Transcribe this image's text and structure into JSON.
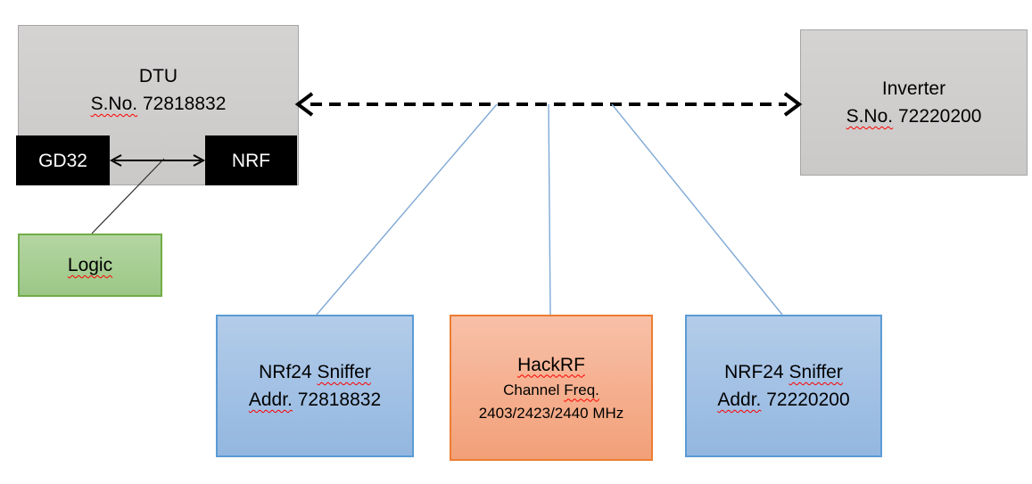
{
  "colors": {
    "gray_fill_top": "#d4d3d2",
    "gray_fill_bottom": "#cbc9c8",
    "gray_border": "#a6a6a6",
    "black_fill": "#000000",
    "blue_fill_top": "#b3cce9",
    "blue_fill_bottom": "#93b7e0",
    "blue_border": "#5b9bd5",
    "orange_fill_top": "#f8c0a8",
    "orange_fill_bottom": "#f2a078",
    "orange_border": "#ed7d31",
    "green_fill_top": "#b4d5a2",
    "green_fill_bottom": "#9cc787",
    "green_border": "#70ad47",
    "connector_blue": "#7fa9d6",
    "squiggle": "#ff0000"
  },
  "diagram": {
    "dtu": {
      "title": "DTU",
      "sno_label": "S.No.",
      "serial": "72818832"
    },
    "gd32": {
      "label": "GD32"
    },
    "nrf": {
      "label": "NRF"
    },
    "logic": {
      "label": "Logic"
    },
    "inverter": {
      "title": "Inverter",
      "sno_label": "S.No.",
      "serial": "72220200"
    },
    "sniffer_left": {
      "model": "NRf24",
      "type_word": "Sniffer",
      "addr_label": "Addr.",
      "address": "72818832"
    },
    "hackrf": {
      "title": "HackRF",
      "channel_word": "Channel",
      "freq_word": "Freq.",
      "frequencies": "2403/2423/2440 MHz"
    },
    "sniffer_right": {
      "model": "NRF24",
      "type_word": "Sniffer",
      "addr_label": "Addr.",
      "address": "72220200"
    }
  }
}
